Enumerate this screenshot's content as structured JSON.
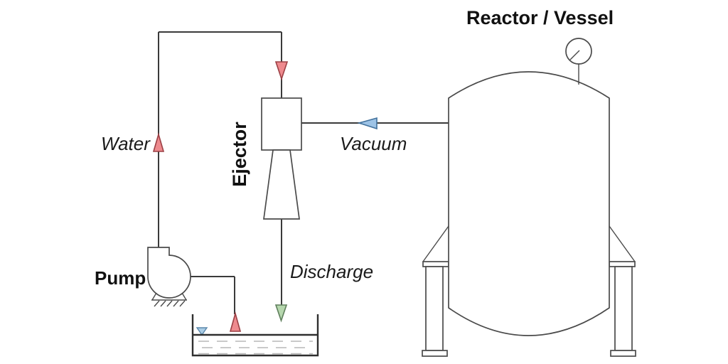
{
  "diagram": {
    "labels": {
      "reactor_vessel": "Reactor / Vessel",
      "ejector": "Ejector",
      "water": "Water",
      "vacuum": "Vacuum",
      "discharge": "Discharge",
      "pump": "Pump"
    },
    "colors": {
      "background": "#ffffff",
      "line": "#3a3a3a",
      "equipment_outline": "#4a4a4a",
      "text": "#1a1a1a",
      "water_arrow_fill": "#ee8a8e",
      "water_arrow_stroke": "#9c4045",
      "vacuum_arrow_fill": "#9dc3e6",
      "vacuum_arrow_stroke": "#41719c",
      "discharge_arrow_fill": "#b6d7ae",
      "discharge_arrow_stroke": "#5f7f5c",
      "level_marker_fill": "#aacde6",
      "level_marker_stroke": "#5b88ac"
    }
  }
}
